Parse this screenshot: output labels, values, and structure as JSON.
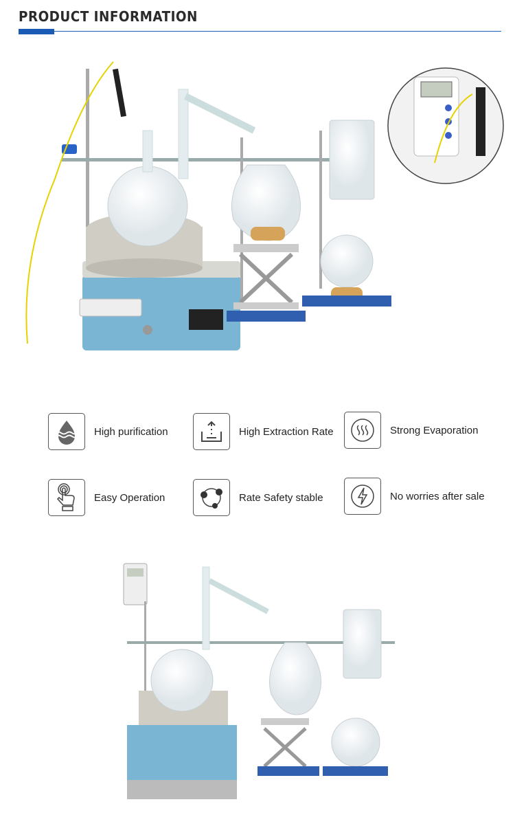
{
  "header": {
    "title": "PRODUCT INFORMATION",
    "accent": "#1a5bb5"
  },
  "features": [
    {
      "label": "High purification",
      "icon": "water-drop-icon"
    },
    {
      "label": "High Extraction Rate",
      "icon": "upload-tray-icon"
    },
    {
      "label": "Strong Evaporation",
      "icon": "heat-waves-icon"
    },
    {
      "label": "Easy Operation",
      "icon": "touch-hand-icon"
    },
    {
      "label": "Rate Safety stable",
      "icon": "connected-nodes-icon"
    },
    {
      "label": "No worries after sale",
      "icon": "lightning-icon"
    }
  ],
  "images": [
    {
      "name": "short-path-distillation-kit-photo"
    },
    {
      "name": "short-path-distillation-kit-photo-2"
    }
  ]
}
